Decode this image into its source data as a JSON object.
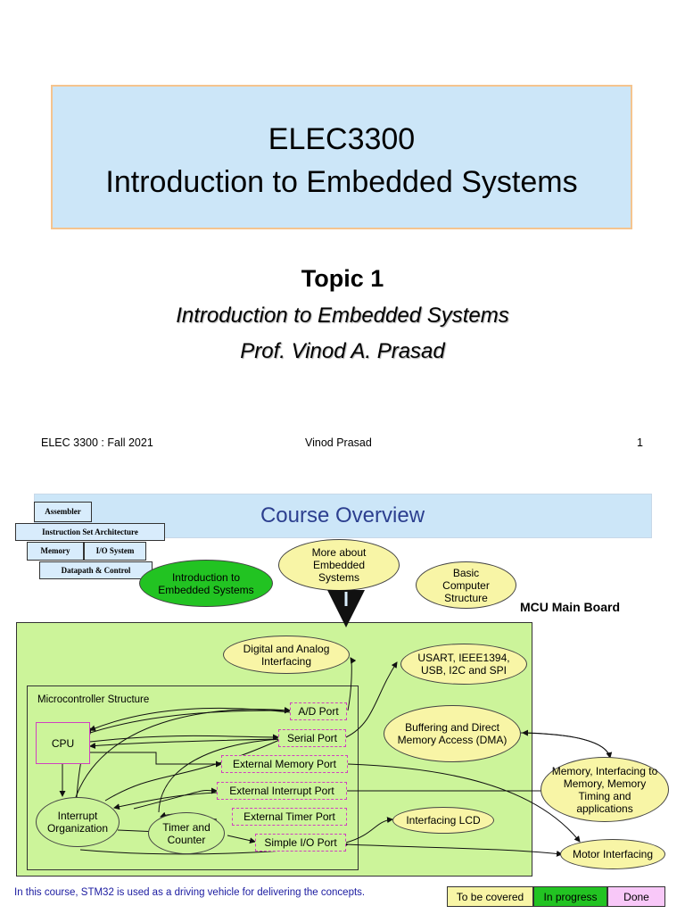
{
  "slide1": {
    "title_line1": "ELEC3300",
    "title_line2": "Introduction to Embedded Systems",
    "topic": "Topic 1",
    "subtitle": "Introduction to Embedded Systems",
    "professor": "Prof. Vinod A. Prasad",
    "footer": {
      "left": "ELEC 3300 : Fall 2021",
      "center": "Vinod Prasad",
      "page": "1"
    }
  },
  "slide2": {
    "title": "Course Overview",
    "stack": {
      "assembler": "Assembler",
      "isa": "Instruction Set Architecture",
      "memory": "Memory",
      "io": "I/O System",
      "datapath": "Datapath & Control"
    },
    "intro": "Introduction to Embedded Systems",
    "more": "More about Embedded Systems",
    "basic": "Basic Computer Structure",
    "mcu_board": "MCU Main Board",
    "digital_analog": "Digital and Analog Interfacing",
    "usart": "USART, IEEE1394, USB, I2C and SPI",
    "dma": "Buffering and Direct Memory Access (DMA)",
    "memory_interfacing": "Memory, Interfacing to Memory, Memory Timing and applications",
    "interfacing_lcd": "Interfacing LCD",
    "motor": "Motor Interfacing",
    "micro_structure": "Microcontroller Structure",
    "cpu": "CPU",
    "interrupt_org": "Interrupt Organization",
    "timer_counter": "Timer and Counter",
    "ports": {
      "ad": "A/D Port",
      "serial": "Serial Port",
      "ext_memory": "External Memory Port",
      "ext_interrupt": "External Interrupt Port",
      "ext_timer": "External Timer Port",
      "simple_io": "Simple I/O Port"
    },
    "driving_vehicle": "In this course, STM32 is used as a driving vehicle for delivering the concepts.",
    "legend": {
      "to_be_covered": "To be covered",
      "in_progress": "In progress",
      "done": "Done"
    },
    "colors": {
      "to_be_covered": "#f8f5a6",
      "in_progress": "#22c322",
      "done": "#f8c8f8",
      "board": "#ccf49a",
      "banner": "#cce6f8"
    }
  }
}
